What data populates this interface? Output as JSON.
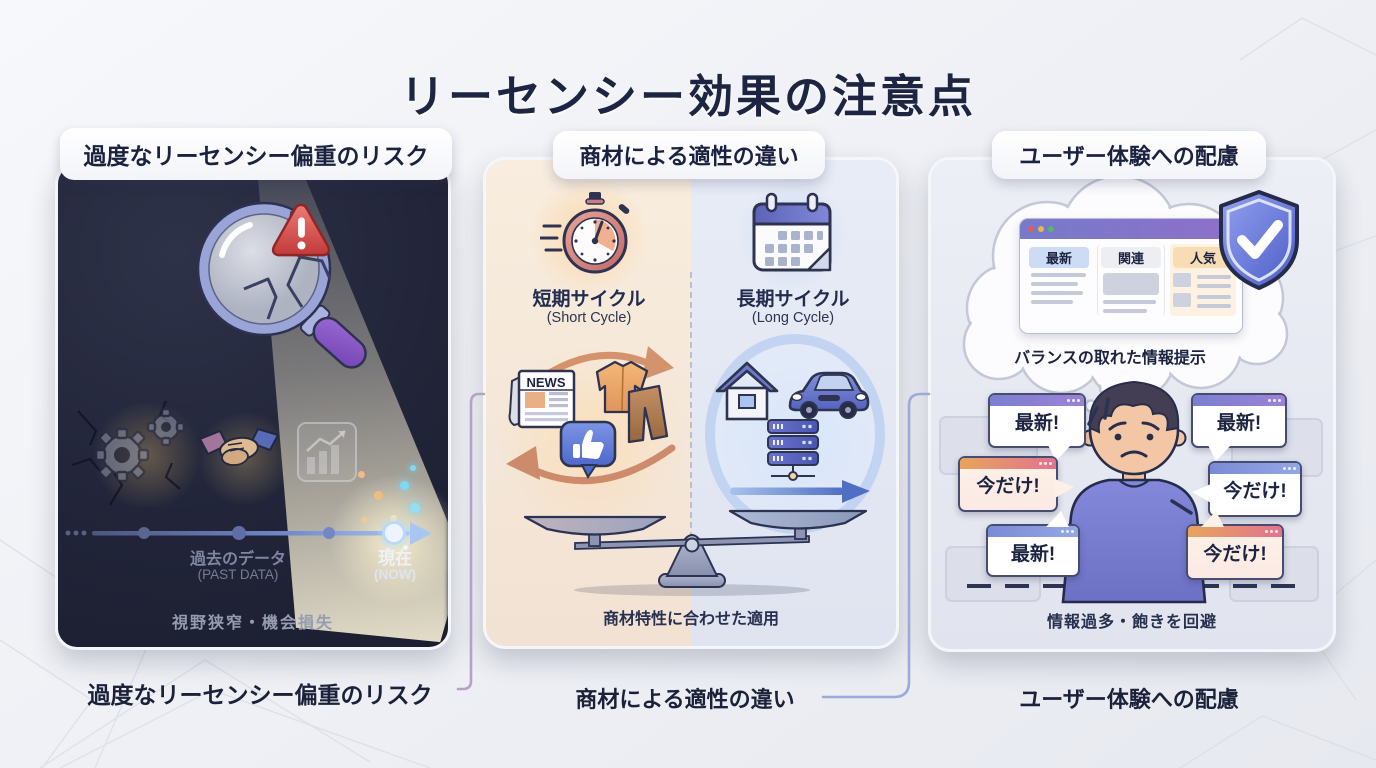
{
  "title": "リーセンシー効果の注意点",
  "panels": {
    "risk": {
      "header": "過度なリーセンシー偏重のリスク",
      "caption": "過度なリーセンシー偏重のリスク",
      "timeline": {
        "past_label": "過去のデータ",
        "past_sub": "(PAST DATA)",
        "now_label": "現在",
        "now_sub": "(NOW)"
      },
      "footer": "視野狭窄・機会損失"
    },
    "product": {
      "header": "商材による適性の違い",
      "caption": "商材による適性の違い",
      "short_cycle": {
        "label": "短期サイクル",
        "sub": "(Short Cycle)",
        "news_label": "NEWS"
      },
      "long_cycle": {
        "label": "長期サイクル",
        "sub": "(Long Cycle)"
      },
      "footer": "商材特性に合わせた適用"
    },
    "ux": {
      "header": "ユーザー体験への配慮",
      "caption": "ユーザー体験への配慮",
      "browser_tabs": [
        "最新",
        "関連",
        "人気"
      ],
      "cloud_caption": "バランスの取れた情報提示",
      "bubbles": [
        "最新!",
        "今だけ!",
        "最新!",
        "最新!",
        "今だけ!",
        "今だけ!"
      ],
      "footer": "情報過多・飽きを回避"
    }
  },
  "colors": {
    "page_bg": "#eef0f5",
    "title_text": "#1d2542",
    "panel_dark_bg": "#23263a",
    "panel_warm_bg": "#f5e8da",
    "panel_cool_bg": "#e3e8f3",
    "panel_lavender_bg": "#e7e9f2",
    "warning_red": "#d64545",
    "magnifier_handle_purple": "#8a5bc8",
    "cycle_orange": "#d08a62",
    "cycle_blue": "#5a74c8",
    "timeline_blue": "#a9c6f2",
    "connector_purple": "#b5a2c6",
    "connector_blue": "#9aabd9",
    "tab_new_bg": "#ccdcf5",
    "tab_related_bg": "#eceef4",
    "tab_popular_bg": "#f7ddb4",
    "bubble_header_indigo": "#7b7fd0",
    "bubble_header_orange": "#e8a45e"
  }
}
